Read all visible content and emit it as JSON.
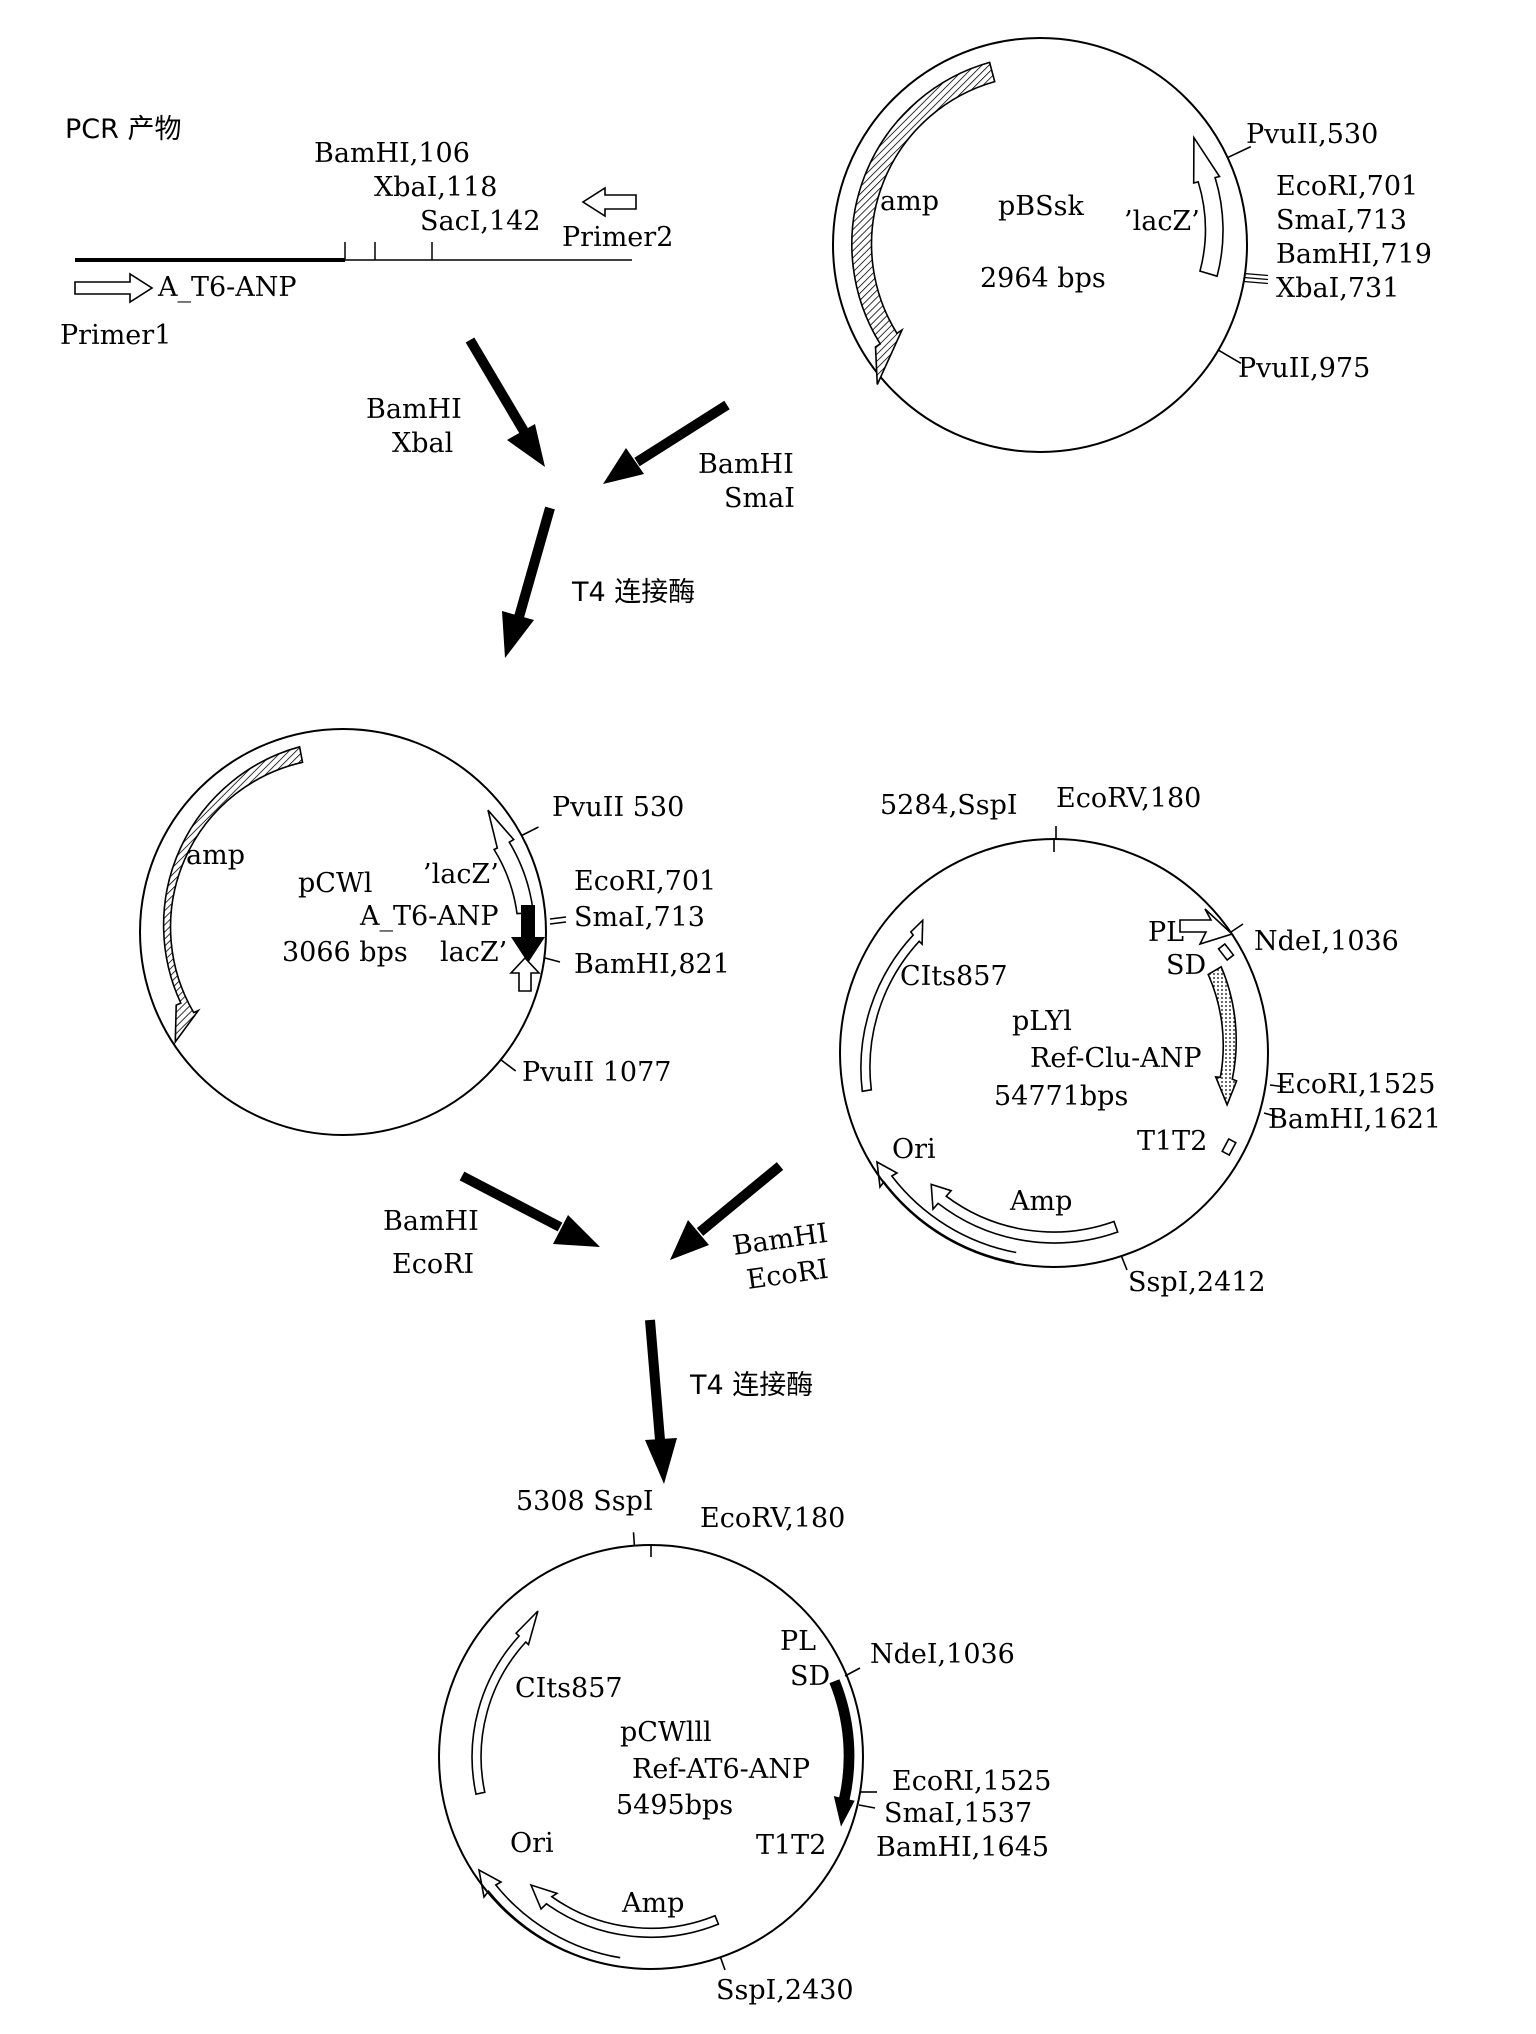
{
  "pcr": {
    "title": "PCR 产物",
    "sites": [
      "BamHI,106",
      "XbaI,118",
      "SacI,142"
    ],
    "gene": "A_T6-ANP",
    "primer1": "Primer1",
    "primer2": "Primer2"
  },
  "pbssk": {
    "name": "pBSsk",
    "size": "2964 bps",
    "amp": "amp",
    "lacz": "’lacZ’",
    "sites": [
      "PvuII,530",
      "EcoRI,701",
      "SmaI,713",
      "BamHI,719",
      "XbaI,731",
      "PvuII,975"
    ]
  },
  "step1": {
    "enzymes_left": [
      "BamHI",
      "Xbal"
    ],
    "enzymes_right": [
      "BamHI",
      "SmaI"
    ],
    "ligase": "T4 连接酶"
  },
  "pcw1": {
    "name": "pCWl",
    "gene": "A_T6-ANP",
    "size": "3066 bps",
    "amp": "amp",
    "lacz_top": "’lacZ’",
    "lacz_bottom": "lacZ’",
    "sites": [
      "PvuII 530",
      "EcoRI,701",
      "SmaI,713",
      "BamHI,821",
      "PvuII 1077"
    ]
  },
  "ply1": {
    "name": "pLYl",
    "gene": "Ref-Clu-ANP",
    "size": "54771bps",
    "cits": "CIts857",
    "ori": "Ori",
    "amp": "Amp",
    "pl": "PL",
    "sd": "SD",
    "t1t2": "T1T2",
    "sites": [
      "5284,SspI",
      "EcoRV,180",
      "NdeI,1036",
      "EcoRI,1525",
      "BamHI,1621",
      "SspI,2412"
    ]
  },
  "step2": {
    "enzymes_left": [
      "BamHI",
      "EcoRI"
    ],
    "enzymes_right": [
      "BamHI",
      "EcoRI"
    ],
    "ligase": "T4 连接酶"
  },
  "pcw3": {
    "name": "pCWlll",
    "gene": "Ref-AT6-ANP",
    "size": "5495bps",
    "cits": "CIts857",
    "ori": "Ori",
    "amp": "Amp",
    "pl": "PL",
    "sd": "SD",
    "t1t2": "T1T2",
    "sites": [
      "5308 SspI",
      "EcoRV,180",
      "NdeI,1036",
      "EcoRI,1525",
      "SmaI,1537",
      "BamHI,1645",
      "SspI,2430"
    ]
  }
}
